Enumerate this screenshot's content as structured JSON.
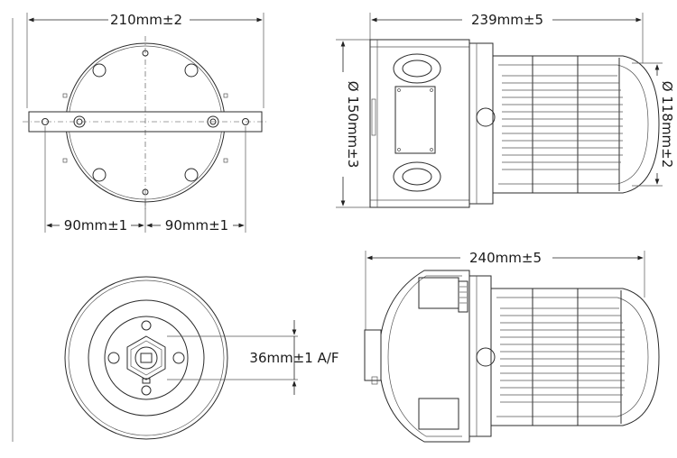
{
  "dimensions": {
    "top_width": "210mm±2",
    "left_offset": "90mm±1",
    "right_offset": "90mm±1",
    "side_length": "239mm±5",
    "body_diameter": "Ø 150mm±3",
    "guard_diameter": "Ø 118mm±2",
    "bottom_length": "240mm±5",
    "hex_size": "36mm±1 A/F"
  },
  "colors": {
    "line": "#2b2b2b",
    "background": "#ffffff"
  }
}
